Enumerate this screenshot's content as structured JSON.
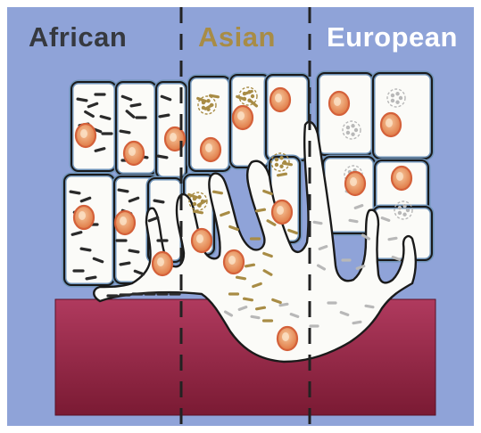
{
  "labels": {
    "african": "African",
    "asian": "Asian",
    "european": "European"
  },
  "colors": {
    "background": "#8fa3d8",
    "african_text": "#36393f",
    "asian_text": "#a88c45",
    "european_text": "#ffffff",
    "tissue_top": "#b03a5e",
    "tissue_bottom": "#7a1a33",
    "cell_fill": "#fbfbf8",
    "cell_outline": "#1a1a1a",
    "membrane": "#6f93b8",
    "nucleus_fill": "#e89a60",
    "nucleus_ring": "#d4613a",
    "melanosome_dark": "#2a2a2a",
    "melanosome_brown": "#a88c45",
    "melanosome_light": "#b8b8b8",
    "divider": "#222222"
  }
}
